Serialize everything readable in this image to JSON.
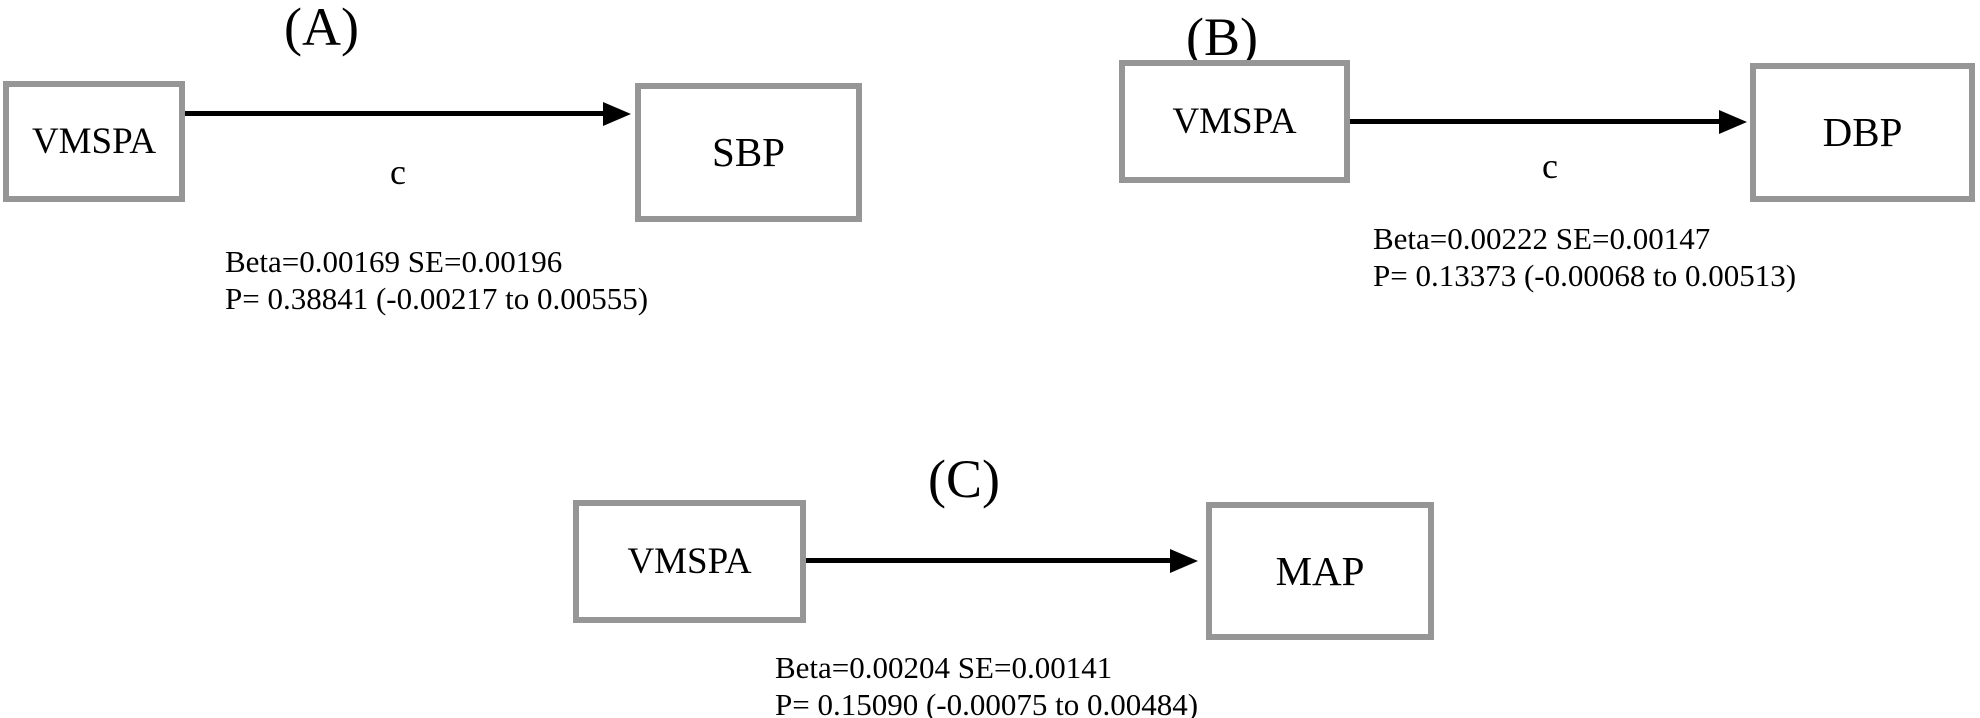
{
  "figure": {
    "background_color": "#ffffff",
    "box_border_color": "#969696",
    "box_fill_color": "#ffffff",
    "arrow_color": "#000000",
    "text_color": "#000000"
  },
  "panels": [
    {
      "id": "panel-a",
      "letter": "(A)",
      "source": {
        "label": "VMSPA"
      },
      "outcome": {
        "label": "SBP"
      },
      "path_label": "c",
      "stats": {
        "line1": "Beta=0.00169 SE=0.00196",
        "line2": "P= 0.38841 (-0.00217 to 0.00555)",
        "beta": 0.00169,
        "se": 0.00196,
        "p": 0.38841,
        "ci_low": -0.00217,
        "ci_high": 0.00555
      }
    },
    {
      "id": "panel-b",
      "letter": "(B)",
      "source": {
        "label": "VMSPA"
      },
      "outcome": {
        "label": "DBP"
      },
      "path_label": "c",
      "stats": {
        "line1": "Beta=0.00222 SE=0.00147",
        "line2": "P= 0.13373 (-0.00068 to 0.00513)",
        "beta": 0.00222,
        "se": 0.00147,
        "p": 0.13373,
        "ci_low": -0.00068,
        "ci_high": 0.00513
      }
    },
    {
      "id": "panel-c",
      "letter": "(C)",
      "source": {
        "label": "VMSPA"
      },
      "outcome": {
        "label": "MAP"
      },
      "path_label": "",
      "stats": {
        "line1": "Beta=0.00204 SE=0.00141",
        "line2": "P= 0.15090 (-0.00075 to 0.00484)",
        "beta": 0.00204,
        "se": 0.00141,
        "p": 0.1509,
        "ci_low": -0.00075,
        "ci_high": 0.00484
      }
    }
  ]
}
